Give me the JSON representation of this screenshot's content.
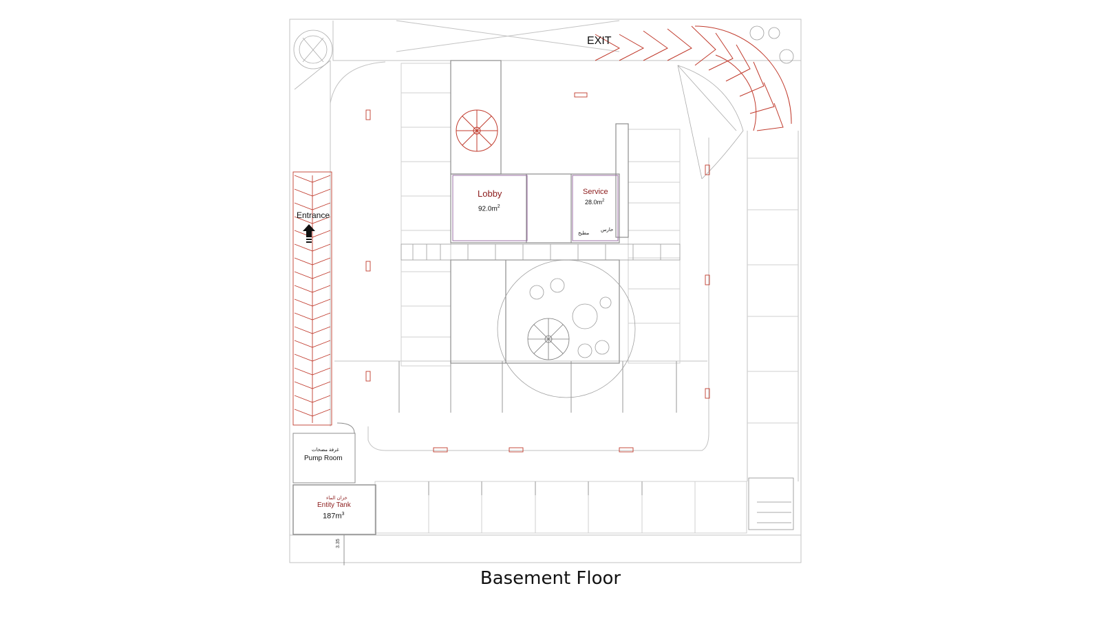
{
  "plan": {
    "title": "Basement Floor",
    "labels": {
      "exit": "EXIT",
      "entrance": "Entrance",
      "lobby": "Lobby",
      "lobby_area": "92.0m",
      "service": "Service",
      "service_area": "28.0m",
      "area_sup": "2",
      "pump_room": "Pump Room",
      "pump_room_ar": "غرفة مضخات",
      "entity_tank": "Entity Tank",
      "entity_tank_ar": "خزان الماء",
      "tank_volume": "187m",
      "volume_sup": "3",
      "service_ar_1": "حارس",
      "service_ar_2": "مطبخ",
      "dimension": "3.35"
    },
    "colors": {
      "line": "#b9b9b9",
      "wall": "#8c8c8c",
      "accent_red": "#c0392b",
      "room_purple": "#9b6fa6",
      "text_red": "#8b1a1a"
    }
  }
}
